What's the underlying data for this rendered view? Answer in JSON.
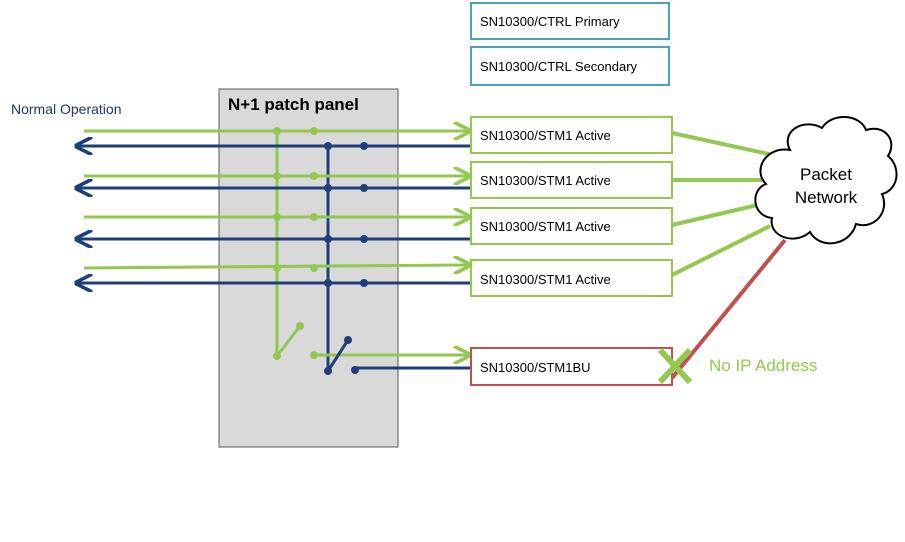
{
  "labels": {
    "normal_operation": "Normal Operation",
    "patch_panel_title": "N+1 patch panel",
    "packet_network_line1": "Packet",
    "packet_network_line2": "Network",
    "no_ip_address": "No IP Address"
  },
  "boxes": {
    "ctrl_primary": "SN10300/CTRL Primary",
    "ctrl_secondary": "SN10300/CTRL Secondary",
    "stm1_active_1": "SN10300/STM1 Active",
    "stm1_active_2": "SN10300/STM1 Active",
    "stm1_active_3": "SN10300/STM1 Active",
    "stm1_active_4": "SN10300/STM1 Active",
    "stm1_bu": "SN10300/STM1BU"
  },
  "colors": {
    "green": "#92c84f",
    "navy": "#1f3f7a",
    "teal": "#4aa3b8",
    "red": "#c0504d",
    "panel_fill": "#d9d9d9",
    "label_text": "#1f3864",
    "no_ip_text": "#92c84f"
  }
}
